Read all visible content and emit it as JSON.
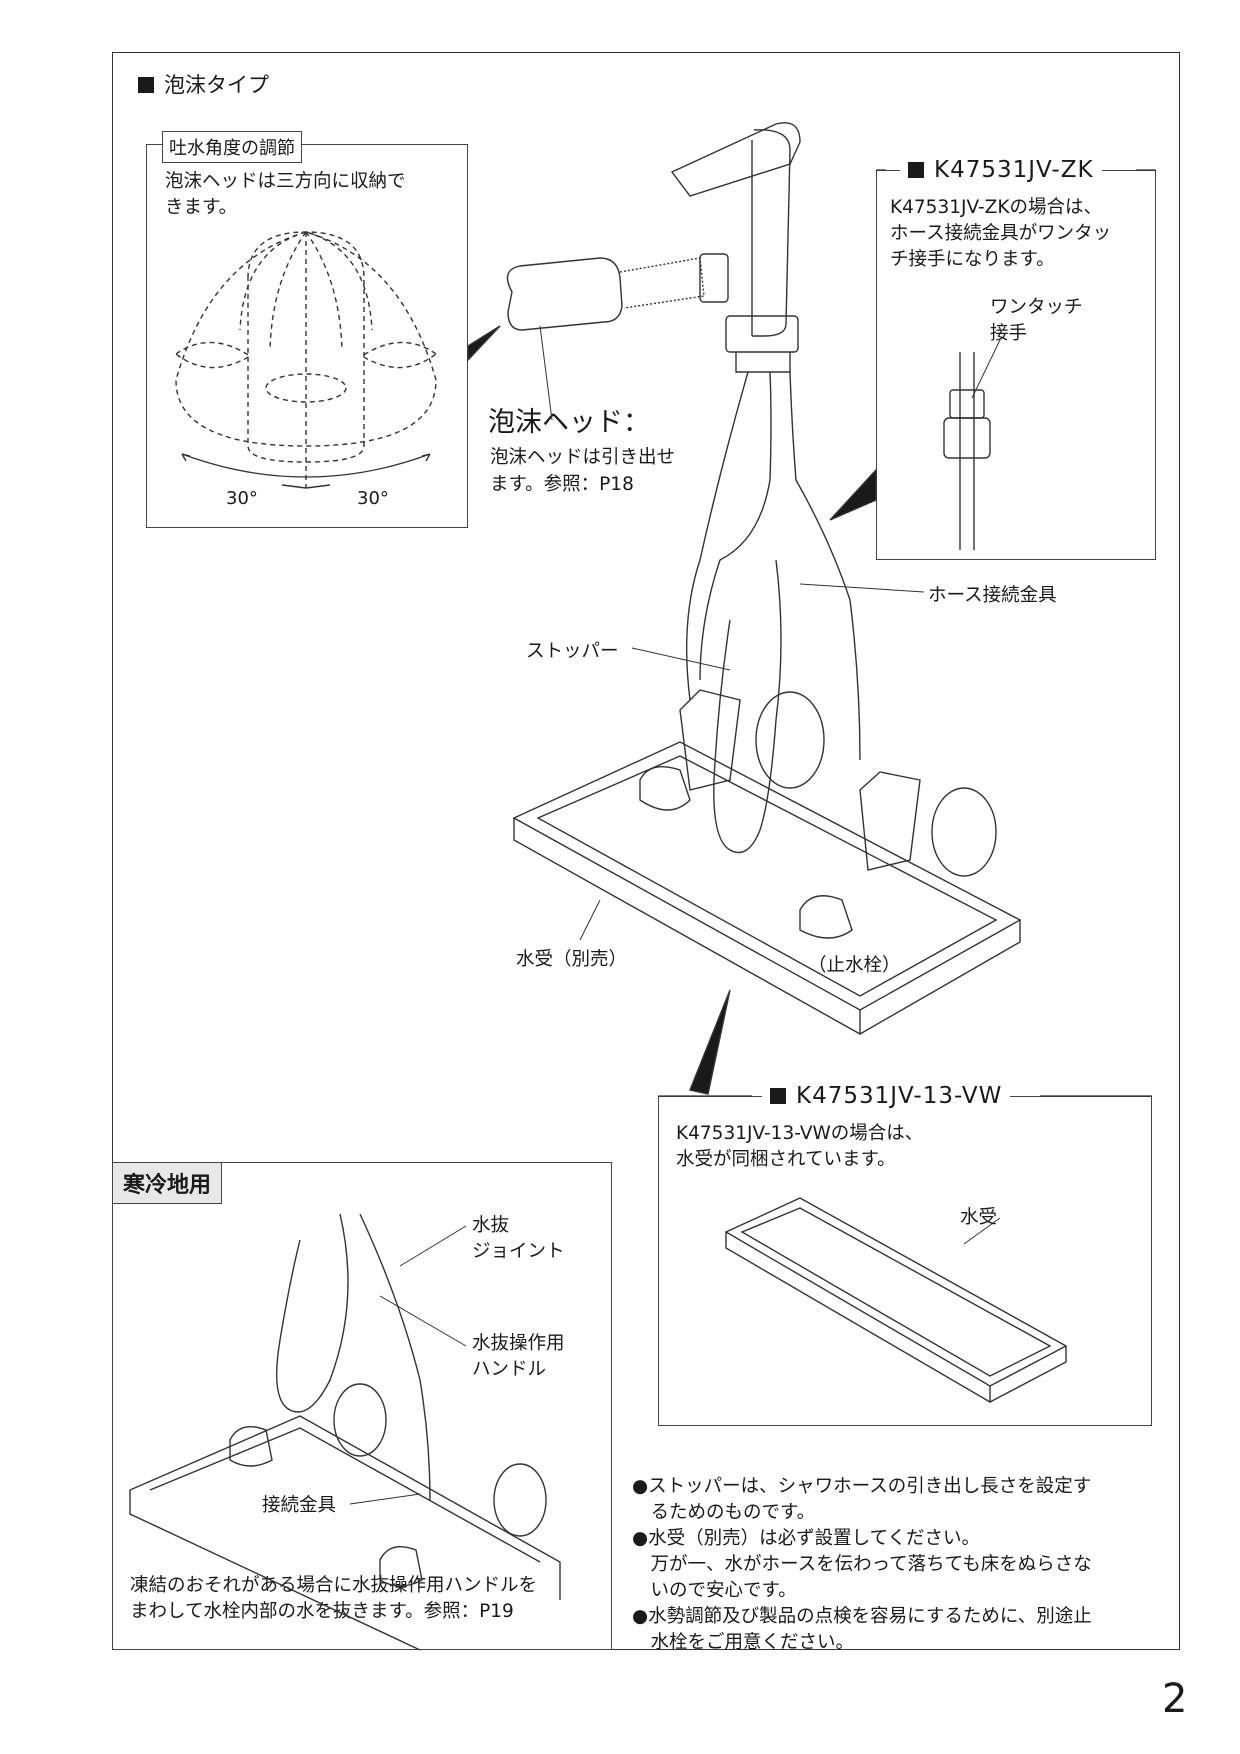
{
  "section_title": "泡沫タイプ",
  "angle_box": {
    "label": "吐水角度の調節",
    "text_line1": "泡沫ヘッドは三方向に収納で",
    "text_line2": "きます。",
    "angle_left": "30°",
    "angle_right": "30°"
  },
  "foam_head": {
    "title": "泡沫ヘッド：",
    "text_line1": "泡沫ヘッドは引き出せ",
    "text_line2": "ます。参照：P18"
  },
  "zk_box": {
    "label": "K47531JV-ZK",
    "text_line1": "K47531JV-ZKの場合は、",
    "text_line2": "ホース接続金具がワンタッ",
    "text_line3": "チ接手になります。",
    "part_line1": "ワンタッチ",
    "part_line2": "接手"
  },
  "callouts": {
    "hose_fitting": "ホース接続金具",
    "stopper": "ストッパー",
    "water_tray": "水受（別売）",
    "stop_valve": "（止水栓）"
  },
  "vw_box": {
    "label": "K47531JV-13-VW",
    "text_line1": "K47531JV-13-VWの場合は、",
    "text_line2": "水受が同梱されています。",
    "tray_label": "水受"
  },
  "cold_box": {
    "tag": "寒冷地用",
    "drain_joint_line1": "水抜",
    "drain_joint_line2": "ジョイント",
    "drain_handle_line1": "水抜操作用",
    "drain_handle_line2": "ハンドル",
    "fitting": "接続金具",
    "note_line1": "凍結のおそれがある場合に水抜操作用ハンドルを",
    "note_line2": "まわして水栓内部の水を抜きます。参照：P19"
  },
  "notes": [
    {
      "line1": "●ストッパーは、シャワホースの引き出し長さを設定す",
      "line2": "　るためのものです。"
    },
    {
      "line1": "●水受（別売）は必ず設置してください。",
      "line2": "　万が一、水がホースを伝わって落ちても床をぬらさな",
      "line3": "　いので安心です。"
    },
    {
      "line1": "●水勢調節及び製品の点検を容易にするために、別途止",
      "line2": "　水栓をご用意ください。"
    }
  ],
  "page_number": "2"
}
